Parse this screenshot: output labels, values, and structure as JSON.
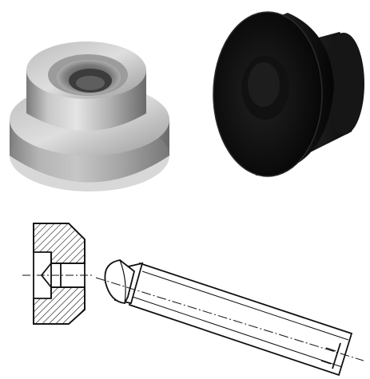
{
  "image": {
    "description_labels": [],
    "palette": {
      "background": "#ffffff",
      "steel_light": "#d8d8d8",
      "steel_mid": "#a8a8a8",
      "steel_dark": "#6e6e6e",
      "black_part": "#0c0c0c",
      "line_art": "#111111"
    },
    "objects": [
      {
        "name": "steel-washer-photo"
      },
      {
        "name": "black-washer-photo"
      },
      {
        "name": "cross-section-drawing"
      },
      {
        "name": "pressure-screw-drawing"
      }
    ]
  }
}
